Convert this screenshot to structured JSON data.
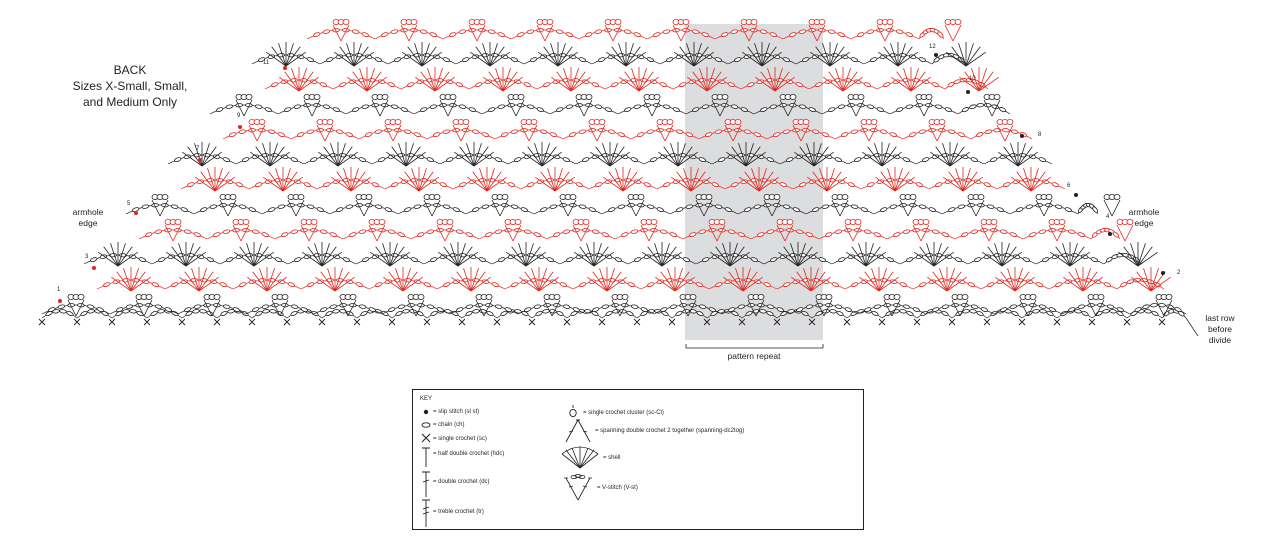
{
  "title": {
    "line1": "BACK",
    "line2": "Sizes X-Small, Small,",
    "line3": "and Medium Only"
  },
  "labels": {
    "armhole_left_1": "armhole",
    "armhole_left_2": "edge",
    "armhole_right_1": "armhole",
    "armhole_right_2": "edge",
    "pattern_repeat": "pattern repeat",
    "last_row_1": "last row",
    "last_row_2": "before",
    "last_row_3": "divide"
  },
  "row_numbers": {
    "r1": "1",
    "r2": "2",
    "r3": "3",
    "r4": "4",
    "r5": "5",
    "r6": "6",
    "r7": "7",
    "r8": "8",
    "r9": "9",
    "r10": "10",
    "r11": "11",
    "r12": "12"
  },
  "key": {
    "title": "KEY",
    "items": {
      "sl_st": "= slip stitch (sl st)",
      "ch": "= chain (ch)",
      "sc": "= single crochet (sc)",
      "hdc": "= half double crochet (hdc)",
      "dc": "= double crochet (dc)",
      "tr": "= treble crochet (tr)",
      "sc_cl": "= single crochet cluster (sc-Cl)",
      "spanning": "= spanning double crochet 2 together (spanning-dc2tog)",
      "shell": "= shell",
      "v_st": "= V-stitch (V-st)"
    }
  },
  "colors": {
    "black": "#231f20",
    "red": "#e2231a",
    "repeat_band": "#dcdddf"
  }
}
